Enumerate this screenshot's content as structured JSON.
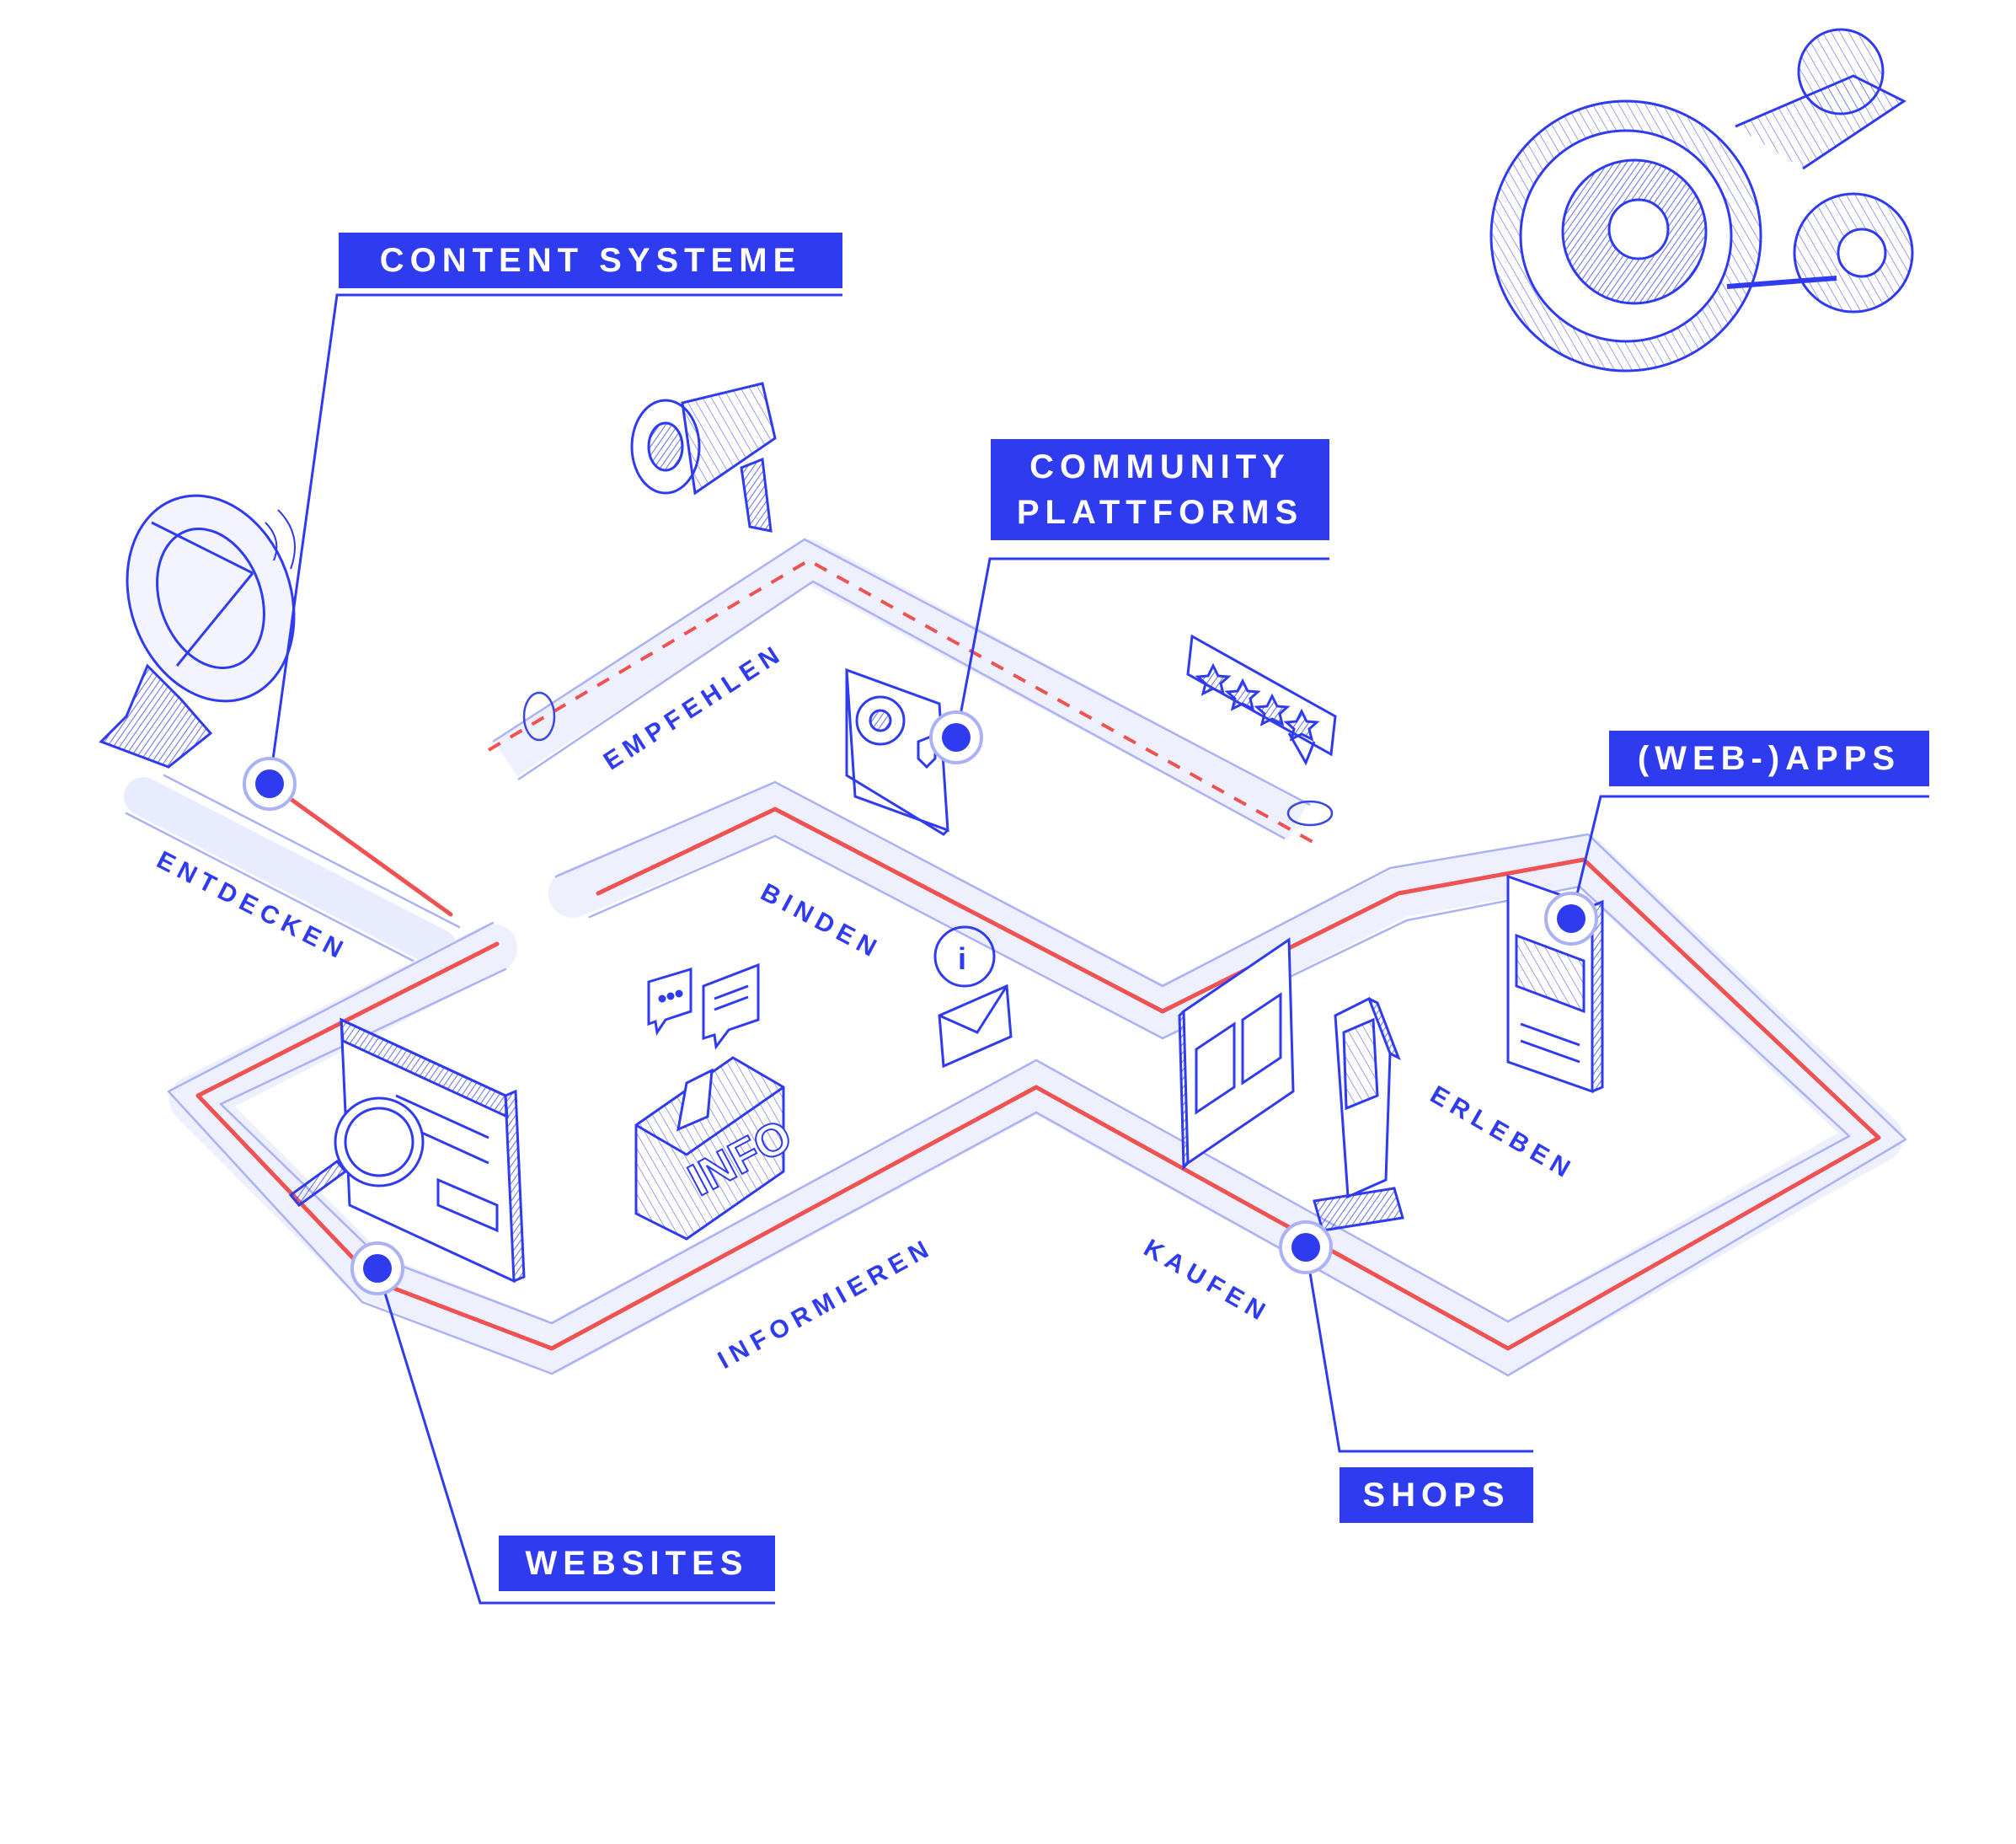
{
  "colors": {
    "accent": "#2f3bef",
    "line": "#9aa3f5",
    "path": "#f05252",
    "sketch": "#3b47e0"
  },
  "labels": {
    "content_systeme": "CONTENT SYSTEME",
    "community_1": "COMMUNITY",
    "community_2": "PLATTFORMS",
    "web_apps": "(WEB-)APPS",
    "shops": "SHOPS",
    "websites": "WEBSITES"
  },
  "stages": {
    "entdecken": "ENTDECKEN",
    "empfehlen": "EMPFEHLEN",
    "binden": "BINDEN",
    "informieren": "INFORMIEREN",
    "kaufen": "KAUFEN",
    "erleben": "ERLEBEN"
  },
  "icons": {
    "info_desk": "INFO",
    "ui_book": "BOOK",
    "satellite": "satellite-dish-icon",
    "megaphone": "megaphone-icon",
    "rocket_engine": "jet-engine-icon",
    "profile_card": "profile-card-icon",
    "rating": "rating-stars-icon",
    "chat": "chat-bubbles-icon",
    "mail": "mail-icon",
    "info_cycle": "info-cycle-icon",
    "browser": "browser-window-icon",
    "magnifier": "magnifier-icon",
    "flyer": "flyer-icon",
    "kiosk": "kiosk-terminal-icon",
    "phone": "smartphone-icon"
  }
}
